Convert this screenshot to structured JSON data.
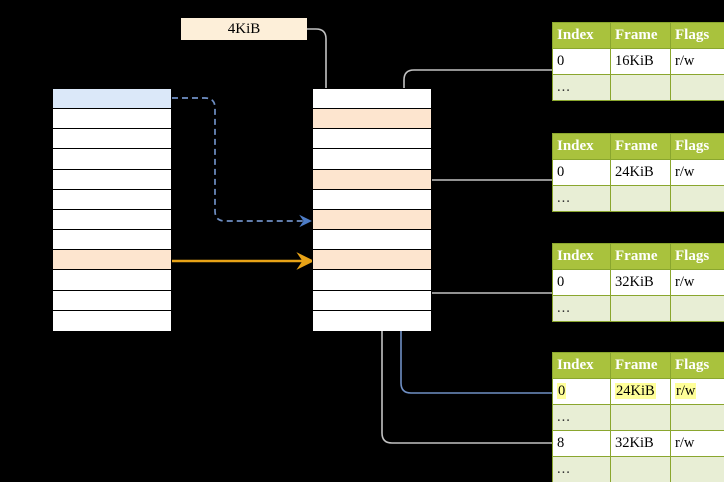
{
  "diagram": {
    "title_chip": {
      "label": "4KiB"
    },
    "colors": {
      "header_green": "#a9c23d",
      "row_alt_green": "#e8eed5",
      "highlight_yellow": "#ffff99",
      "peach_row": "#fde5cf",
      "blue_row": "#dbe8f9",
      "blue_arrow": "#4d7cc7",
      "orange_arrow": "#e8a317",
      "gray_arrow": "#c2c2c2",
      "background": "#000000"
    },
    "left_column": {
      "name": "virtual-address-space",
      "rows": [
        {
          "index": 0,
          "fill": "blue"
        },
        {
          "index": 1,
          "fill": "white"
        },
        {
          "index": 2,
          "fill": "white"
        },
        {
          "index": 3,
          "fill": "white"
        },
        {
          "index": 4,
          "fill": "white"
        },
        {
          "index": 5,
          "fill": "white"
        },
        {
          "index": 6,
          "fill": "white"
        },
        {
          "index": 7,
          "fill": "white"
        },
        {
          "index": 8,
          "fill": "peach"
        },
        {
          "index": 9,
          "fill": "white"
        },
        {
          "index": 10,
          "fill": "white"
        },
        {
          "index": 11,
          "fill": "white"
        }
      ]
    },
    "middle_column": {
      "name": "physical-memory",
      "rows": [
        {
          "index": 0,
          "fill": "white"
        },
        {
          "index": 1,
          "fill": "peach"
        },
        {
          "index": 2,
          "fill": "white"
        },
        {
          "index": 3,
          "fill": "white"
        },
        {
          "index": 4,
          "fill": "peach"
        },
        {
          "index": 5,
          "fill": "white"
        },
        {
          "index": 6,
          "fill": "peach"
        },
        {
          "index": 7,
          "fill": "white"
        },
        {
          "index": 8,
          "fill": "peach"
        },
        {
          "index": 9,
          "fill": "white"
        },
        {
          "index": 10,
          "fill": "white"
        },
        {
          "index": 11,
          "fill": "white"
        }
      ]
    },
    "page_tables": [
      {
        "name": "page-table-level-1",
        "headers": [
          "Index",
          "Frame",
          "Flags"
        ],
        "rows": [
          {
            "cells": [
              "0",
              "16KiB",
              "r/w"
            ],
            "style": "normal"
          },
          {
            "cells": [
              "...",
              "",
              ""
            ],
            "style": "ellipsis"
          }
        ]
      },
      {
        "name": "page-table-level-2",
        "headers": [
          "Index",
          "Frame",
          "Flags"
        ],
        "rows": [
          {
            "cells": [
              "0",
              "24KiB",
              "r/w"
            ],
            "style": "normal"
          },
          {
            "cells": [
              "...",
              "",
              ""
            ],
            "style": "ellipsis"
          }
        ]
      },
      {
        "name": "page-table-level-3",
        "headers": [
          "Index",
          "Frame",
          "Flags"
        ],
        "rows": [
          {
            "cells": [
              "0",
              "32KiB",
              "r/w"
            ],
            "style": "normal"
          },
          {
            "cells": [
              "...",
              "",
              ""
            ],
            "style": "ellipsis"
          }
        ]
      },
      {
        "name": "page-table-level-4",
        "headers": [
          "Index",
          "Frame",
          "Flags"
        ],
        "rows": [
          {
            "cells": [
              "0",
              "24KiB",
              "r/w"
            ],
            "style": "highlight"
          },
          {
            "cells": [
              "...",
              "",
              ""
            ],
            "style": "ellipsis"
          },
          {
            "cells": [
              "8",
              "32KiB",
              "r/w"
            ],
            "style": "normal"
          },
          {
            "cells": [
              "...",
              "",
              ""
            ],
            "style": "ellipsis"
          }
        ]
      }
    ],
    "connectors": [
      {
        "name": "blue-dashed-virtual-to-physical",
        "style": "dashed",
        "color": "#4d7cc7"
      },
      {
        "name": "orange-solid-virtual-to-physical",
        "style": "solid",
        "color": "#e8a317"
      },
      {
        "name": "chip-to-table1",
        "style": "solid",
        "color": "#c2c2c2"
      },
      {
        "name": "table1-to-physical",
        "style": "solid",
        "color": "#c2c2c2"
      },
      {
        "name": "table2-to-physical",
        "style": "solid",
        "color": "#c2c2c2"
      },
      {
        "name": "table3-to-physical",
        "style": "solid",
        "color": "#c2c2c2"
      },
      {
        "name": "table4-row0-to-physical",
        "style": "solid",
        "color": "#6f8fc4"
      },
      {
        "name": "table4-row8-to-physical",
        "style": "solid",
        "color": "#c2c2c2"
      }
    ]
  }
}
